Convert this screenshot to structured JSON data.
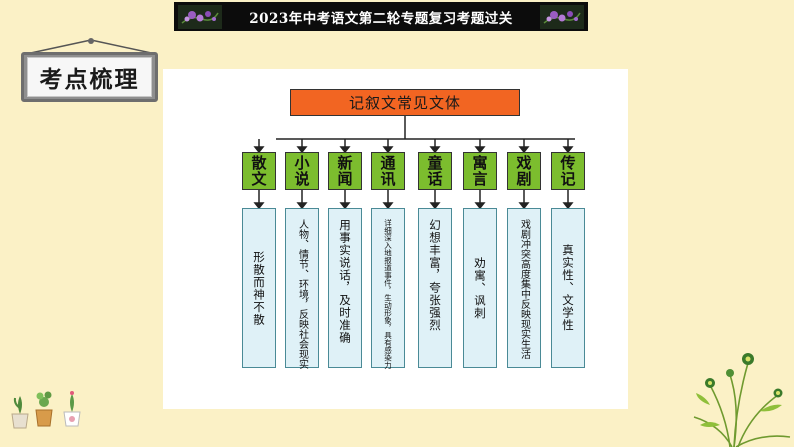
{
  "banner": {
    "title": "2023年中考语文第二轮专题复习考题过关"
  },
  "sign": {
    "label": "考点梳理"
  },
  "diagram": {
    "root": "记叙文常见文体",
    "genres": [
      {
        "name": "散文",
        "description": "形散而神不散"
      },
      {
        "name": "小说",
        "description": "人物、情节、环境，反映社会现实"
      },
      {
        "name": "新闻",
        "description": "用事实说话，及时准确"
      },
      {
        "name": "通讯",
        "description": "详细深入地报道事件，生动形象，具有感染力"
      },
      {
        "name": "童话",
        "description": "幻想丰富，夸张强烈"
      },
      {
        "name": "寓言",
        "description": "劝寓、讽刺"
      },
      {
        "name": "戏剧",
        "description": "戏剧冲突高度集中反映现实生活"
      },
      {
        "name": "传记",
        "description": "真实性、文学性"
      }
    ]
  },
  "colors": {
    "background": "#fbf1c6",
    "root_box": "#f26522",
    "genre_box": "#7cbd2e",
    "desc_box": "#dff1f7",
    "banner": "#0c0c0c"
  }
}
